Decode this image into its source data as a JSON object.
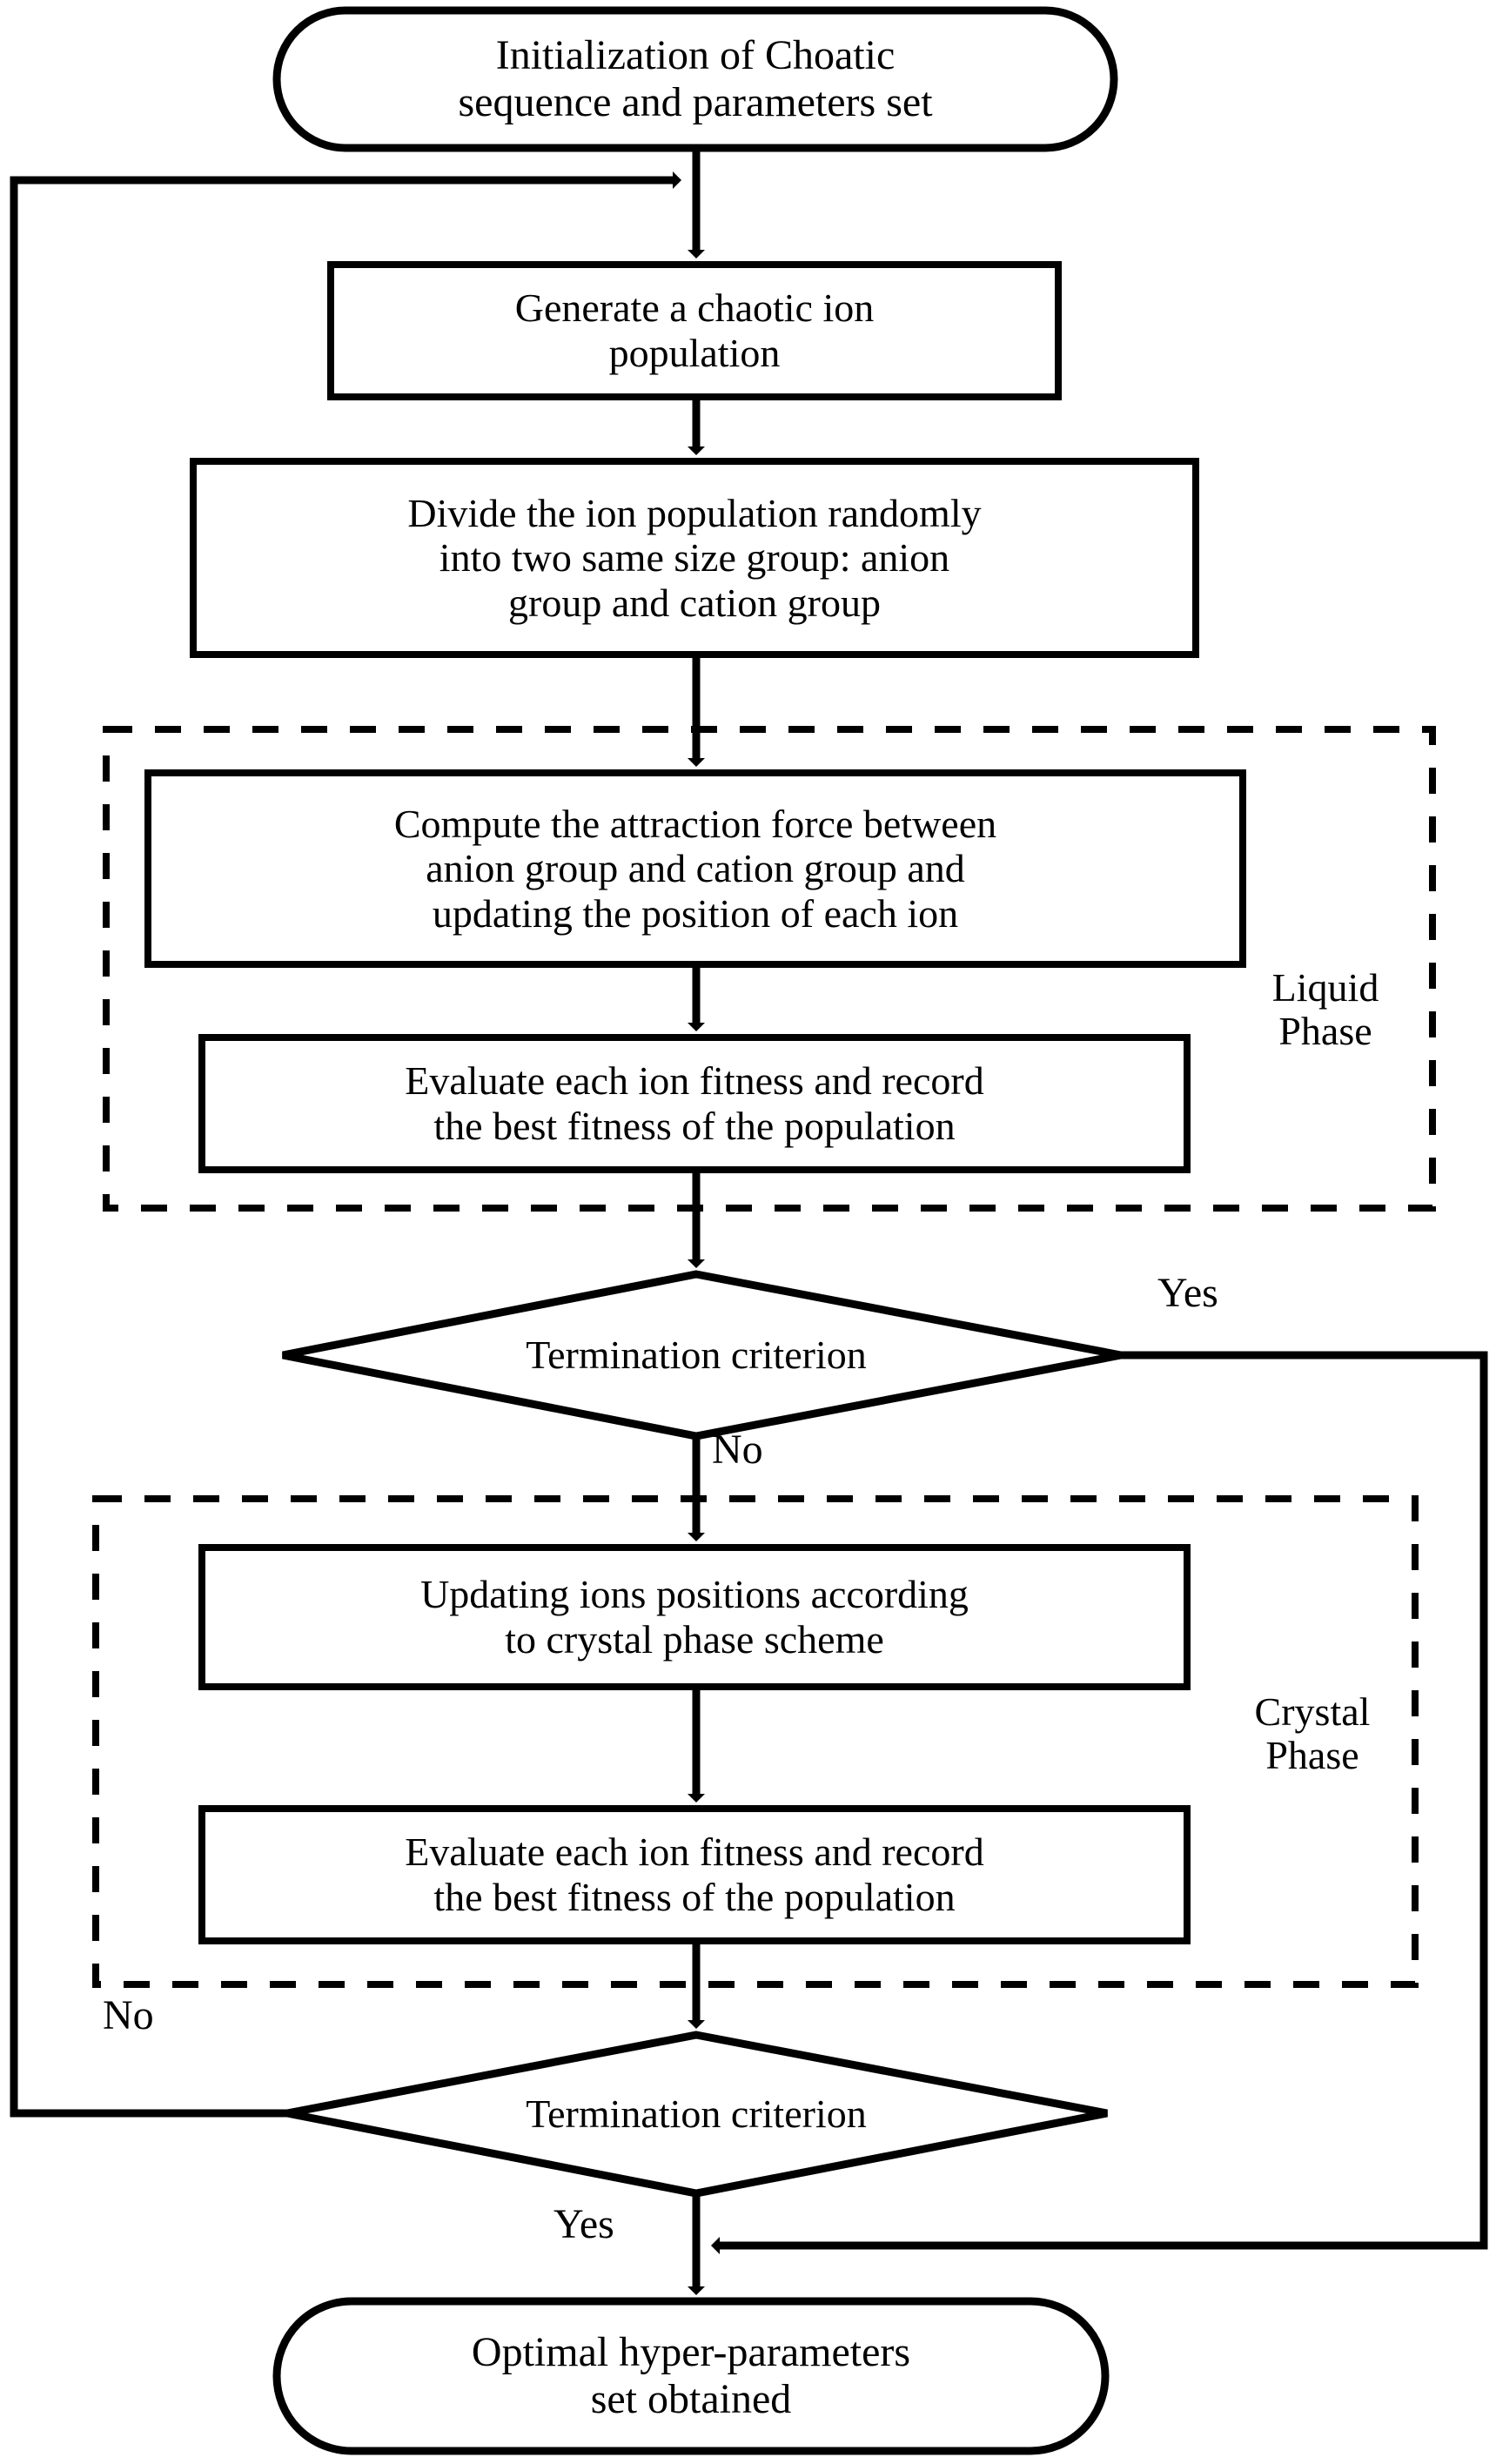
{
  "diagram": {
    "title": "Chaotic Ion Motion Optimization hyper-parameter tuning flowchart",
    "stroke_color": "#000000",
    "background_color": "#ffffff",
    "nodes": [
      {
        "id": "start",
        "shape": "terminator",
        "text": "Initialization of Choatic\nsequence and parameters set"
      },
      {
        "id": "generate",
        "shape": "process",
        "text": "Generate a chaotic ion\npopulation"
      },
      {
        "id": "divide",
        "shape": "process",
        "text": "Divide the ion population randomly\ninto two same size group: anion\ngroup and cation group"
      },
      {
        "id": "attraction",
        "shape": "process",
        "text": "Compute the attraction force between\nanion group and cation group and\nupdating the position of each ion"
      },
      {
        "id": "evaluate-liquid",
        "shape": "process",
        "text": "Evaluate each ion fitness and record\nthe best fitness of the population"
      },
      {
        "id": "decision-liquid",
        "shape": "decision",
        "text": "Termination criterion"
      },
      {
        "id": "update-crystal",
        "shape": "process",
        "text": "Updating ions positions according\nto crystal phase scheme"
      },
      {
        "id": "evaluate-crystal",
        "shape": "process",
        "text": "Evaluate each ion fitness and record\nthe best fitness of the population"
      },
      {
        "id": "decision-crystal",
        "shape": "decision",
        "text": "Termination criterion"
      },
      {
        "id": "end",
        "shape": "terminator",
        "text": "Optimal hyper-parameters\nset obtained"
      }
    ],
    "groups": [
      {
        "id": "liquid-phase",
        "label": "Liquid\nPhase",
        "style": "dashed"
      },
      {
        "id": "crystal-phase",
        "label": "Crystal\nPhase",
        "style": "dashed"
      }
    ],
    "edge_labels": {
      "liquid_yes": "Yes",
      "liquid_no": "No",
      "crystal_no": "No",
      "crystal_yes": "Yes"
    }
  }
}
